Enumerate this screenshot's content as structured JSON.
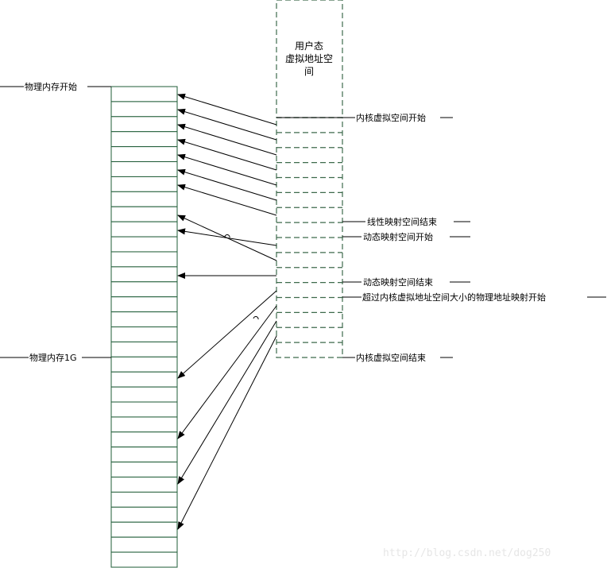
{
  "diagram": {
    "user_space_title": [
      "用户态",
      "虚拟地址空",
      "间"
    ],
    "labels": {
      "phys_start": "物理内存开始",
      "phys_1g": "物理内存1G",
      "kernel_start": "内核虚拟空间开始",
      "linear_end": "线性映射空间结束",
      "dynamic_start": "动态映射空间开始",
      "dynamic_end": "动态映射空间结束",
      "beyond": "超过内核虚拟地址空间大小的物理地址映射开始",
      "kernel_end": "内核虚拟空间结束"
    },
    "watermark": "http://blog.csdn.net/dog250",
    "colors": {
      "cell_border": "#1f5c37",
      "dashed_border": "#3e6a4c",
      "line": "#000000"
    },
    "phys_cell_count": 32,
    "virt_cell_count": 16
  }
}
